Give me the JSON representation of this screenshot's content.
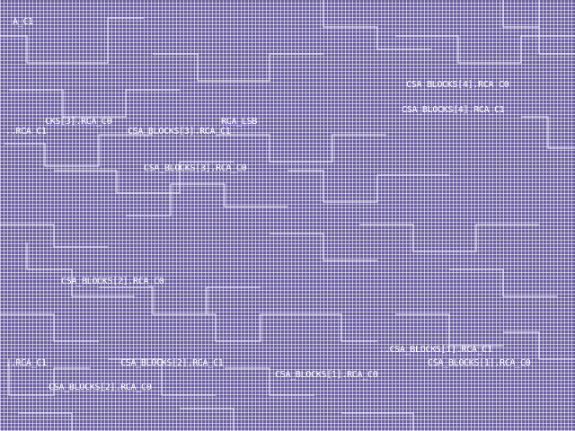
{
  "labels": {
    "l1": "A_C1",
    "l2": "CSA_BLOCKS[4].RCA_C0",
    "l3": "CSA_BLOCKS[4].RCA_C1",
    "l4": "CKS[3].RCA_C0",
    "l5": "RCA_LSB",
    "l6": "..RCA_C1",
    "l7": "CSA_BLOCKS[3].RCA_C1",
    "l8": "CSA_BLOCKS[3].RCA_C0",
    "l9": "CSA_BLOCKS[2].RCA_C0",
    "l10": "..CSA_BLOCKS[1].RCA_C1",
    "l11": "..RCA_C1",
    "l12": "CSA_BLOCKS[2].RCA_C1",
    "l13": "CSA_BLOCKS[1].RCA_C0",
    "l14": "CSA_BLOCKS[1].RCA_C0",
    "l15": "CSA_BLOCKS[2].RCA_C0"
  },
  "colors": {
    "background": "#6b5fa0",
    "grid": "#ffffff",
    "outline": "#f2f2ff",
    "label": "#ffffff"
  }
}
